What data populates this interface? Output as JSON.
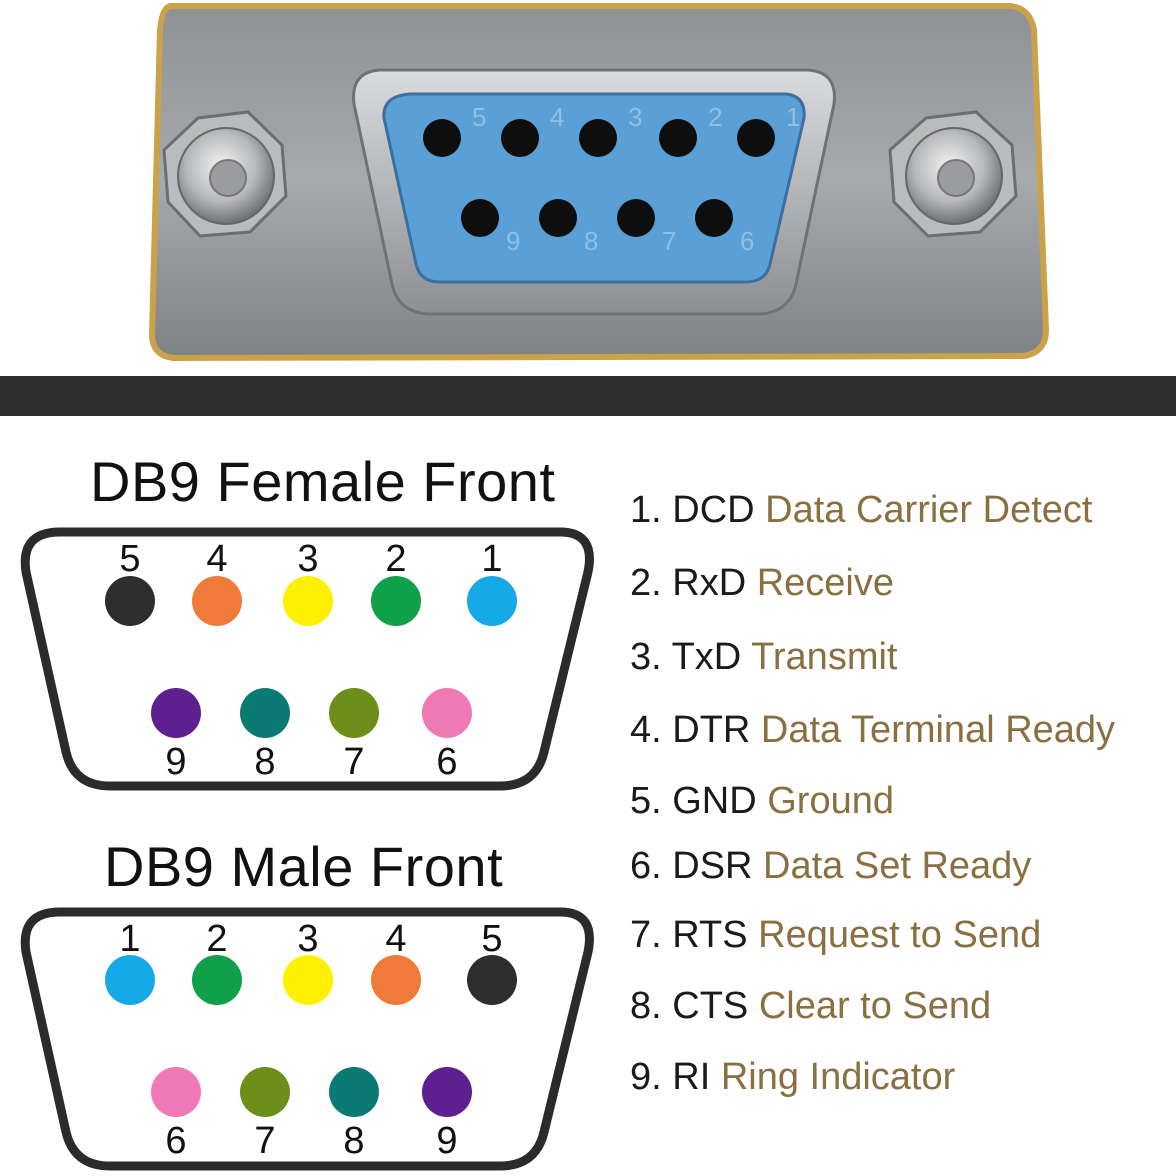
{
  "photo": {
    "description_free": true,
    "socket_digits_top": [
      "5",
      "4",
      "3",
      "2",
      "1"
    ],
    "socket_digits_bottom": [
      "9",
      "8",
      "7",
      "6"
    ],
    "colors": {
      "shell": "#9b9ea0",
      "insert": "#5a9fd6",
      "gold": "#c9a24a"
    }
  },
  "female": {
    "title": "DB9 Female Front",
    "top_pins": [
      {
        "label": "5",
        "color": "#2e2e2e"
      },
      {
        "label": "4",
        "color": "#f07a3a"
      },
      {
        "label": "3",
        "color": "#ffef00"
      },
      {
        "label": "2",
        "color": "#0fa14a"
      },
      {
        "label": "1",
        "color": "#16a9e8"
      }
    ],
    "bottom_pins": [
      {
        "label": "9",
        "color": "#5e1f8f"
      },
      {
        "label": "8",
        "color": "#0b7a72"
      },
      {
        "label": "7",
        "color": "#6d8f1a"
      },
      {
        "label": "6",
        "color": "#ef79b5"
      }
    ]
  },
  "male": {
    "title": "DB9 Male Front",
    "top_pins": [
      {
        "label": "1",
        "color": "#16a9e8"
      },
      {
        "label": "2",
        "color": "#0fa14a"
      },
      {
        "label": "3",
        "color": "#ffef00"
      },
      {
        "label": "4",
        "color": "#f07a3a"
      },
      {
        "label": "5",
        "color": "#2e2e2e"
      }
    ],
    "bottom_pins": [
      {
        "label": "6",
        "color": "#ef79b5"
      },
      {
        "label": "7",
        "color": "#6d8f1a"
      },
      {
        "label": "8",
        "color": "#0b7a72"
      },
      {
        "label": "9",
        "color": "#5e1f8f"
      }
    ]
  },
  "legend": [
    {
      "code": "1. DCD",
      "desc": "Data Carrier Detect"
    },
    {
      "code": "2. RxD",
      "desc": "Receive"
    },
    {
      "code": "3. TxD",
      "desc": "Transmit"
    },
    {
      "code": "4. DTR",
      "desc": "Data Terminal Ready"
    },
    {
      "code": "5. GND",
      "desc": "Ground"
    },
    {
      "code": "6. DSR",
      "desc": "Data Set Ready"
    },
    {
      "code": "7. RTS",
      "desc": "Request to Send"
    },
    {
      "code": "8. CTS",
      "desc": "Clear to Send"
    },
    {
      "code": "9. RI",
      "desc": "Ring Indicator"
    }
  ]
}
